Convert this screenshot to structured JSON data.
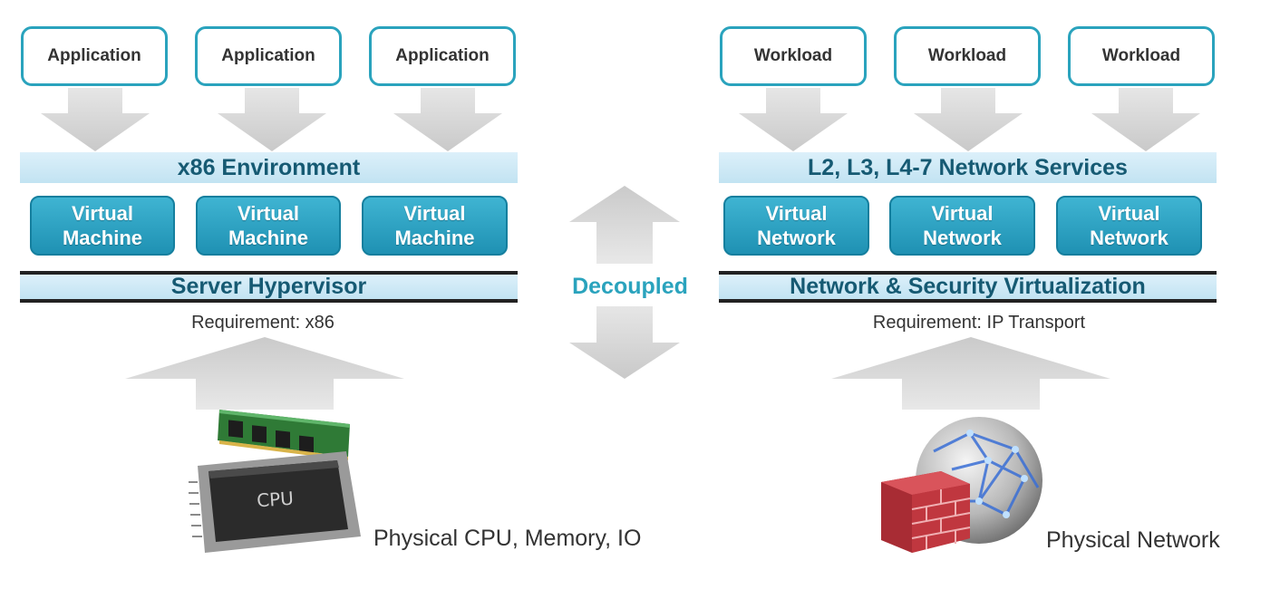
{
  "left": {
    "applications": [
      "Application",
      "Application",
      "Application"
    ],
    "environment_label": "x86 Environment",
    "virtual_machines": [
      {
        "line1": "Virtual",
        "line2": "Machine"
      },
      {
        "line1": "Virtual",
        "line2": "Machine"
      },
      {
        "line1": "Virtual",
        "line2": "Machine"
      }
    ],
    "hypervisor_label": "Server Hypervisor",
    "requirement": "Requirement: x86",
    "physical_caption": "Physical CPU, Memory, IO",
    "chip_label": "CPU"
  },
  "center": {
    "decoupled_label": "Decoupled"
  },
  "right": {
    "workloads": [
      "Workload",
      "Workload",
      "Workload"
    ],
    "services_label": "L2, L3, L4-7 Network Services",
    "virtual_networks": [
      {
        "line1": "Virtual",
        "line2": "Network"
      },
      {
        "line1": "Virtual",
        "line2": "Network"
      },
      {
        "line1": "Virtual",
        "line2": "Network"
      }
    ],
    "virtualization_label": "Network & Security Virtualization",
    "requirement": "Requirement: IP Transport",
    "physical_caption": "Physical Network"
  },
  "colors": {
    "accent": "#2aa3bd",
    "box_fill": "#2a9fc2",
    "band_fill": "#cde9f6",
    "band_text": "#165a73",
    "arrow_gray": "#d4d4d4",
    "firewall_red": "#c0373f"
  }
}
